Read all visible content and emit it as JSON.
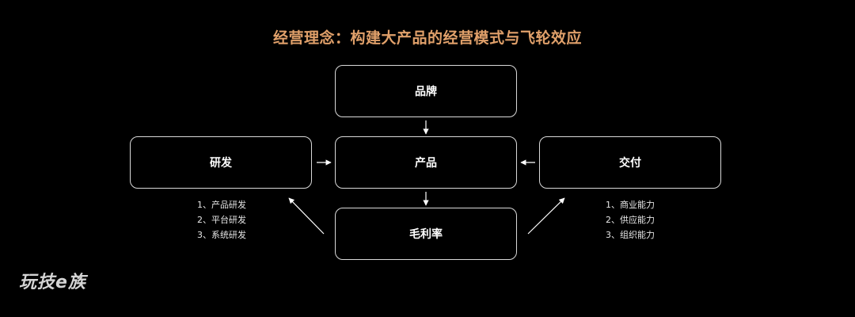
{
  "title": "经营理念：构建大产品的经营模式与飞轮效应",
  "colors": {
    "title": "#e0a06a",
    "background": "#000000",
    "node_border": "#d9d9d9",
    "arrow": "#ffffff"
  },
  "nodes": {
    "brand": "品牌",
    "product": "产品",
    "rnd": "研发",
    "delivery": "交付",
    "margin": "毛利率"
  },
  "rnd_items": [
    "1、产品研发",
    "2、平台研发",
    "3、系统研发"
  ],
  "delivery_items": [
    "1、商业能力",
    "2、供应能力",
    "3、组织能力"
  ],
  "logo": "玩技e族"
}
